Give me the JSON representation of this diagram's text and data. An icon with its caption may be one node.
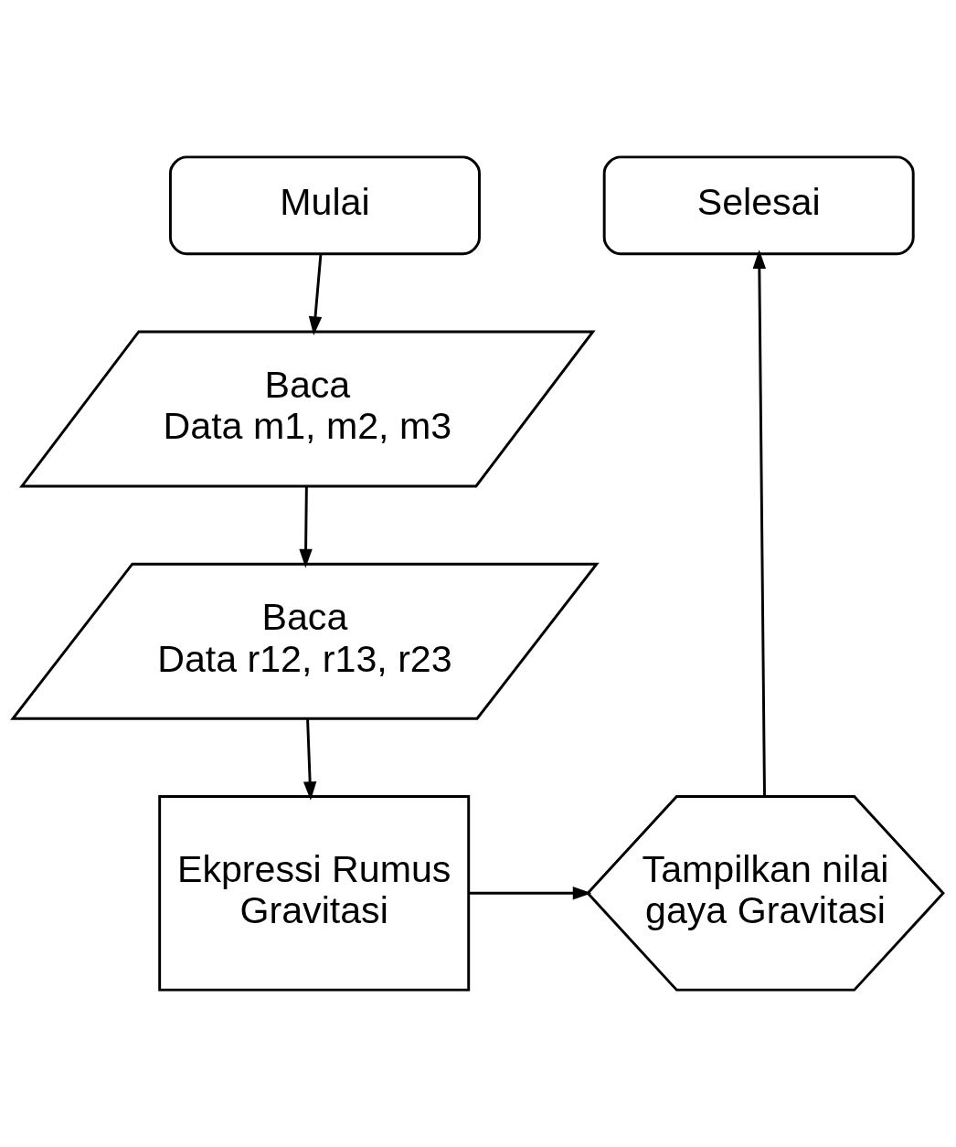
{
  "diagram": {
    "nodes": [
      {
        "text": [
          "Mulai"
        ]
      },
      {
        "text": [
          "Baca Data m1, m2, m3"
        ]
      },
      {
        "text": [
          "Baca Data r12, r13, r23"
        ]
      },
      {
        "text": [
          "Ekpressi Rumus Gravitasi"
        ]
      },
      {
        "text": [
          "Tampilkan nilai gaya Gravitasi"
        ]
      },
      {
        "text": [
          "Selesai"
        ]
      }
    ],
    "edges": [
      {
        "from": 0,
        "to": 1,
        "arrow": "to"
      },
      {
        "from": 1,
        "to": 2,
        "arrow": "to"
      },
      {
        "from": 2,
        "to": 3,
        "arrow": "to"
      },
      {
        "from": 3,
        "to": 4,
        "arrow": "to"
      },
      {
        "from": 4,
        "to": 5,
        "arrow": "to"
      }
    ]
  }
}
